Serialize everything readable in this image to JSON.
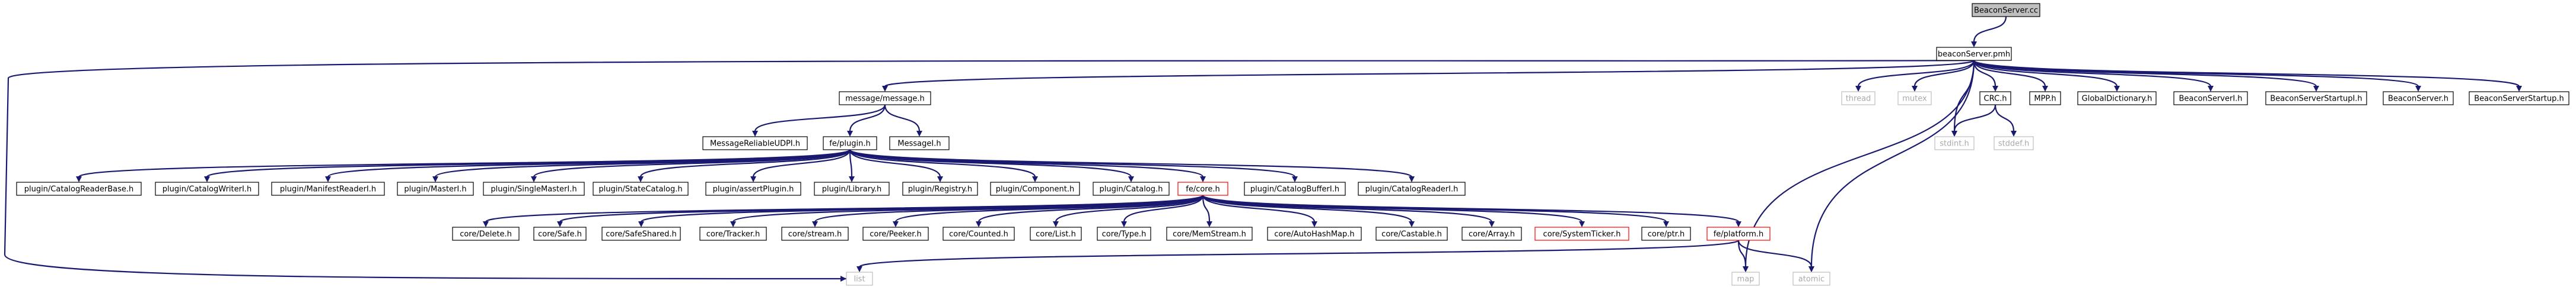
{
  "diagram": {
    "root": "BeaconServer.cc",
    "nodes": {
      "beaconserver_cc": "BeaconServer.cc",
      "beaconserver_pmh": "beaconServer.pmh",
      "message_message_h": "message/message.h",
      "thread": "thread",
      "mutex": "mutex",
      "crc_h": "CRC.h",
      "mpp_h": "MPP.h",
      "globaldictionary_h": "GlobalDictionary.h",
      "beaconserveri_h": "BeaconServerI.h",
      "beaconserverstartupi_h": "BeaconServerStartupI.h",
      "beaconserver_h": "BeaconServer.h",
      "beaconserverstartup_h": "BeaconServerStartup.h",
      "messagereliableudpi_h": "MessageReliableUDPI.h",
      "fe_plugin_h": "fe/plugin.h",
      "messagei_h": "MessageI.h",
      "stdint_h": "stdint.h",
      "stddef_h": "stddef.h",
      "plugin_catalogreaderbase_h": "plugin/CatalogReaderBase.h",
      "plugin_catalogwriteri_h": "plugin/CatalogWriterI.h",
      "plugin_manifestreaderi_h": "plugin/ManifestReaderI.h",
      "plugin_masteri_h": "plugin/MasterI.h",
      "plugin_singlemasteri_h": "plugin/SingleMasterI.h",
      "plugin_statecatalog_h": "plugin/StateCatalog.h",
      "plugin_assertplugin_h": "plugin/assertPlugin.h",
      "plugin_library_h": "plugin/Library.h",
      "plugin_registry_h": "plugin/Registry.h",
      "plugin_component_h": "plugin/Component.h",
      "plugin_catalog_h": "plugin/Catalog.h",
      "fe_core_h": "fe/core.h",
      "plugin_catalogbufferi_h": "plugin/CatalogBufferI.h",
      "plugin_catalogreaderi_h": "plugin/CatalogReaderI.h",
      "core_delete_h": "core/Delete.h",
      "core_safe_h": "core/Safe.h",
      "core_safeshared_h": "core/SafeShared.h",
      "core_tracker_h": "core/Tracker.h",
      "core_stream_h": "core/stream.h",
      "core_peeker_h": "core/Peeker.h",
      "core_counted_h": "core/Counted.h",
      "core_list_h": "core/List.h",
      "core_type_h": "core/Type.h",
      "core_memstream_h": "core/MemStream.h",
      "core_autohashmap_h": "core/AutoHashMap.h",
      "core_castable_h": "core/Castable.h",
      "core_array_h": "core/Array.h",
      "core_systemticker_h": "core/SystemTicker.h",
      "core_ptr_h": "core/ptr.h",
      "fe_platform_h": "fe/platform.h",
      "list": "list",
      "map": "map",
      "atomic": "atomic"
    },
    "colors": {
      "edge": "#191970",
      "root_fill": "#bfbfbf",
      "node_border": "#000000",
      "partial_border": "#ff0000",
      "system_border": "#bfbfbf",
      "system_text": "#aaaaaa"
    }
  }
}
